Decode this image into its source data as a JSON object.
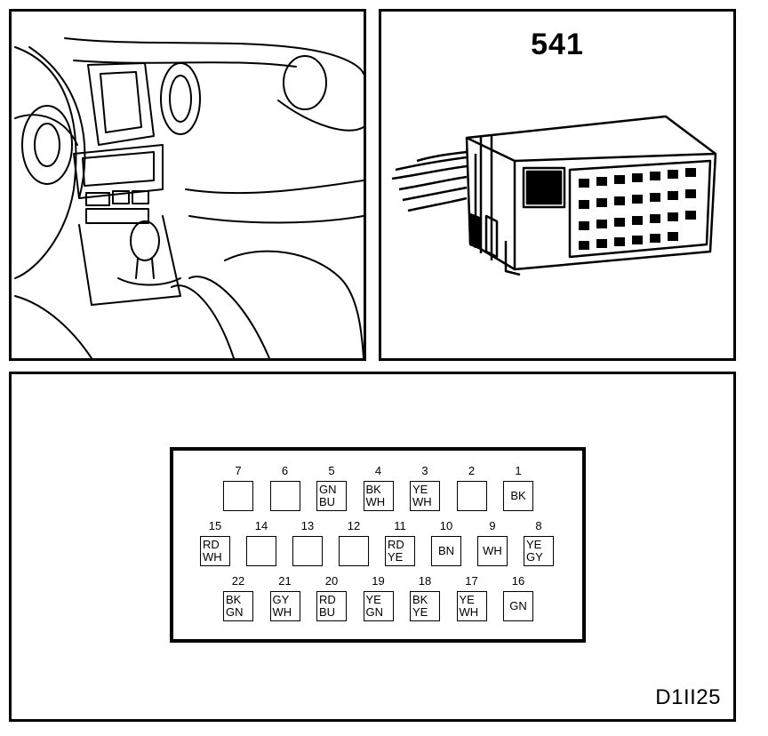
{
  "connector": {
    "number": "541"
  },
  "reference_code": "D1II25",
  "pinout": {
    "rows": [
      [
        {
          "pin": "7",
          "colors": []
        },
        {
          "pin": "6",
          "colors": []
        },
        {
          "pin": "5",
          "colors": [
            "GN",
            "BU"
          ]
        },
        {
          "pin": "4",
          "colors": [
            "BK",
            "WH"
          ]
        },
        {
          "pin": "3",
          "colors": [
            "YE",
            "WH"
          ]
        },
        {
          "pin": "2",
          "colors": []
        },
        {
          "pin": "1",
          "colors": [
            "BK"
          ]
        }
      ],
      [
        {
          "pin": "15",
          "colors": [
            "RD",
            "WH"
          ]
        },
        {
          "pin": "14",
          "colors": []
        },
        {
          "pin": "13",
          "colors": []
        },
        {
          "pin": "12",
          "colors": []
        },
        {
          "pin": "11",
          "colors": [
            "RD",
            "YE"
          ]
        },
        {
          "pin": "10",
          "colors": [
            "BN"
          ]
        },
        {
          "pin": "9",
          "colors": [
            "WH"
          ]
        },
        {
          "pin": "8",
          "colors": [
            "YE",
            "GY"
          ]
        }
      ],
      [
        {
          "pin": "22",
          "colors": [
            "BK",
            "GN"
          ]
        },
        {
          "pin": "21",
          "colors": [
            "GY",
            "WH"
          ]
        },
        {
          "pin": "20",
          "colors": [
            "RD",
            "BU"
          ]
        },
        {
          "pin": "19",
          "colors": [
            "YE",
            "GN"
          ]
        },
        {
          "pin": "18",
          "colors": [
            "BK",
            "YE"
          ]
        },
        {
          "pin": "17",
          "colors": [
            "YE",
            "WH"
          ]
        },
        {
          "pin": "16",
          "colors": [
            "GN"
          ]
        }
      ]
    ]
  }
}
